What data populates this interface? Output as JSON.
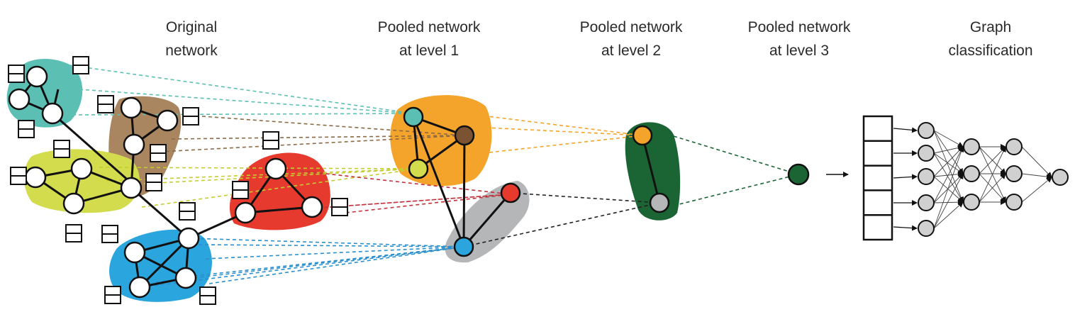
{
  "titles": {
    "original": "Original\nnetwork",
    "level1": "Pooled network\nat level 1",
    "level2": "Pooled network\nat level 2",
    "level3": "Pooled network\nat level 3",
    "classification": "Graph\nclassification"
  },
  "clusters": [
    {
      "name": "teal",
      "color": "#5cbfb4"
    },
    {
      "name": "brown",
      "color": "#a98560"
    },
    {
      "name": "yellow-green",
      "color": "#d3dc4d"
    },
    {
      "name": "red",
      "color": "#e63a2f"
    },
    {
      "name": "blue",
      "color": "#2aa5de"
    }
  ],
  "colors": {
    "orange": "#f4a42a",
    "gray": "#b5b6b8",
    "dark_green": "#1b6535",
    "classifier_node": "#d0d0d0"
  },
  "classifier": {
    "input_cells": 5,
    "layers": [
      5,
      3,
      3,
      1
    ]
  }
}
